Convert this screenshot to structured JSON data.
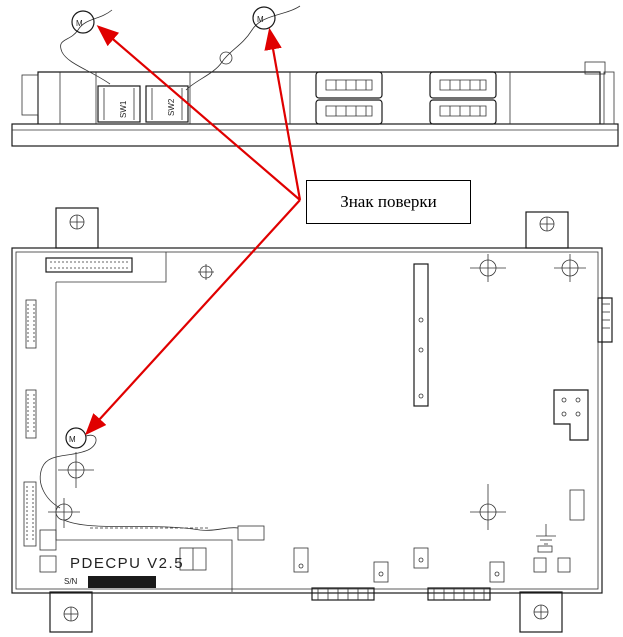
{
  "callout": {
    "label": "Знак поверки"
  },
  "board": {
    "model_label": "PDECPU V2.5",
    "serial_prefix": "S/N"
  },
  "colors": {
    "arrow": "#e00000",
    "drawing": "#1a1a1a",
    "background": "#ffffff"
  },
  "seals": [
    {
      "id": "seal-top-left-connector",
      "marked": true
    },
    {
      "id": "seal-top-right-connector",
      "marked": true
    },
    {
      "id": "seal-board-left",
      "marked": true
    }
  ]
}
